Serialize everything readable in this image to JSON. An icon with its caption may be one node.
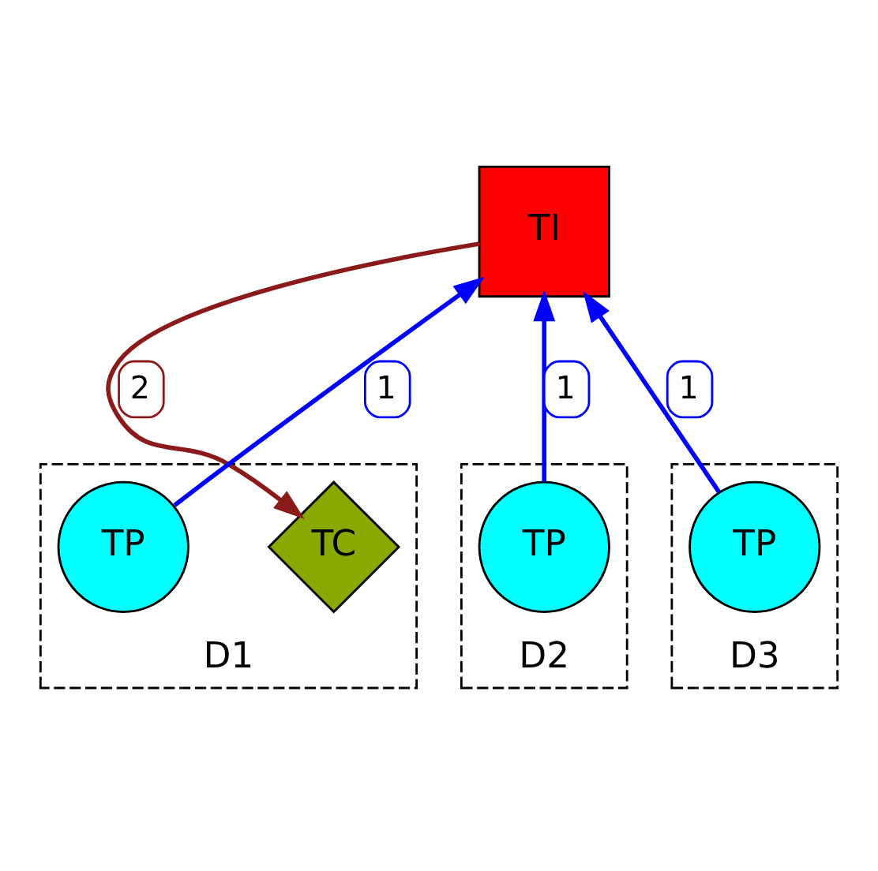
{
  "diagram": {
    "nodes": [
      {
        "text": [
          "TI"
        ]
      },
      {
        "text": [
          "D1"
        ]
      },
      {
        "text": [
          "TC"
        ],
        "in": 1
      },
      {
        "text": [
          "TP"
        ],
        "in": 1
      },
      {
        "text": [
          "D2"
        ]
      },
      {
        "text": [
          "TP"
        ],
        "in": 4
      },
      {
        "text": [
          "D3"
        ]
      },
      {
        "text": [
          "TP"
        ],
        "in": 6
      }
    ],
    "edges": [
      {
        "from": 3,
        "to": 0,
        "arrow": "to",
        "label": "1"
      },
      {
        "from": 5,
        "to": 0,
        "arrow": "to",
        "label": "1"
      },
      {
        "from": 7,
        "to": 0,
        "arrow": "to",
        "label": "1"
      },
      {
        "from": 0,
        "to": 2,
        "arrow": "to",
        "label": "2",
        "color": "#8b1a1a"
      }
    ]
  }
}
